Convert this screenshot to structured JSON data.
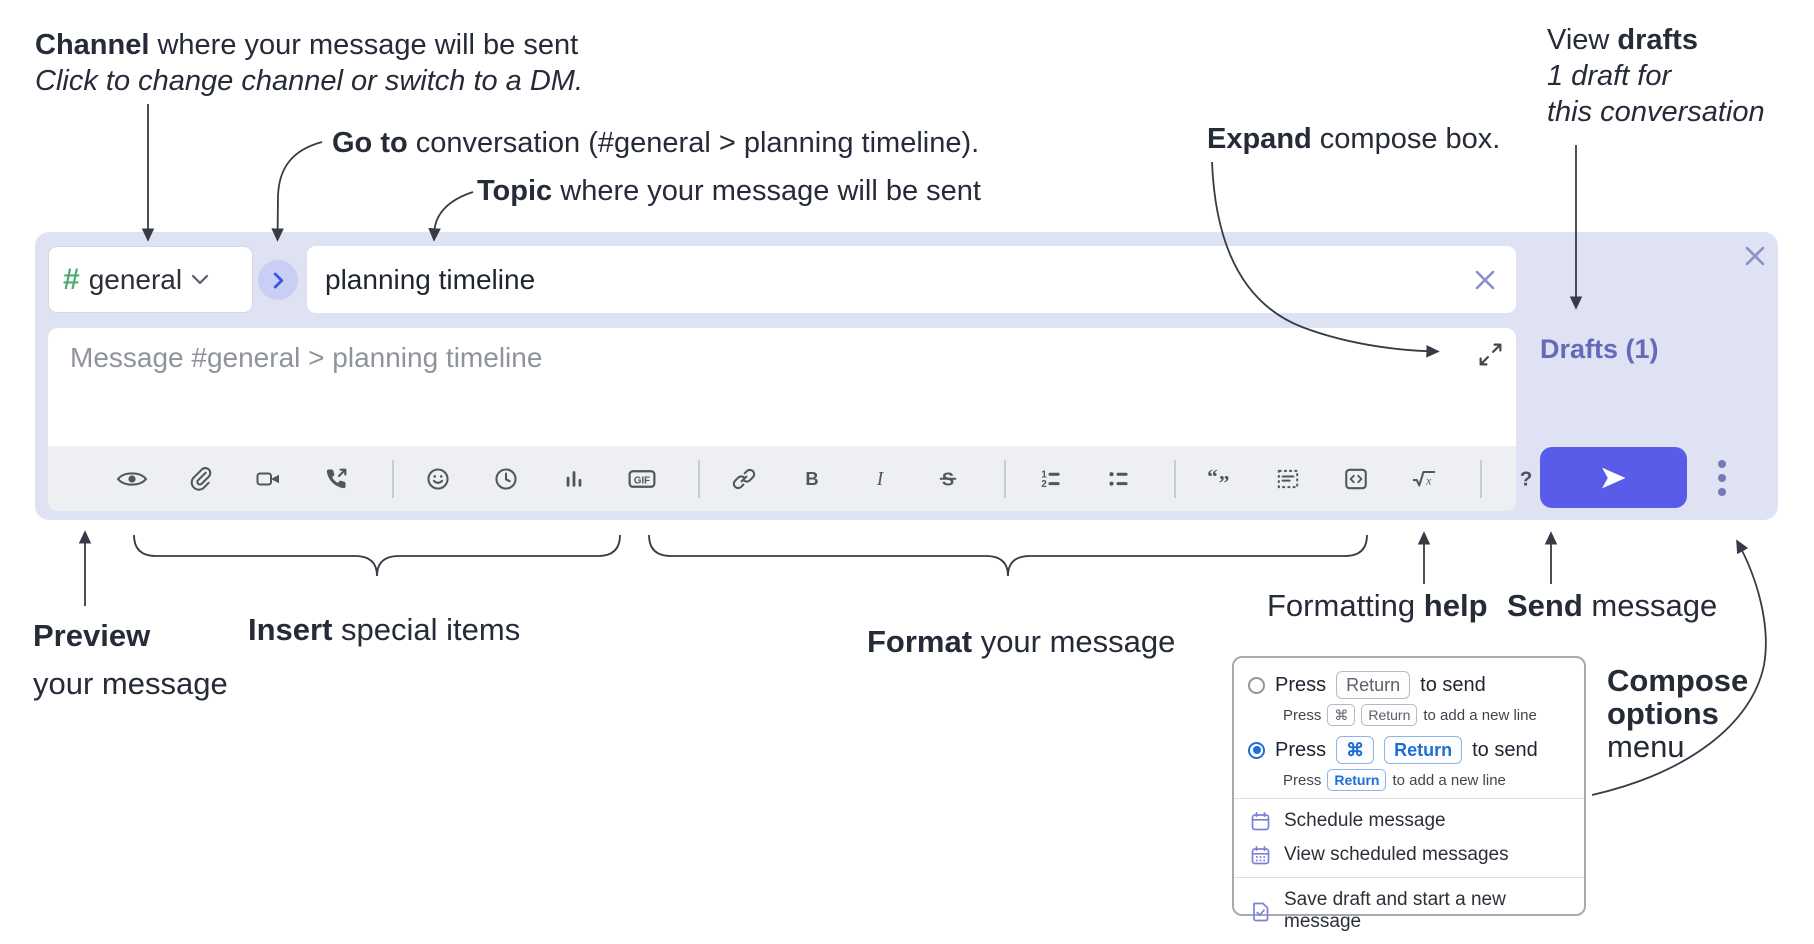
{
  "colors": {
    "accent_send": "#585ce8",
    "lavender_panel": "#dfe2f2",
    "hash_green": "#4cab73",
    "drafts_purple": "#6469ba",
    "key_blue": "#1e6ed8",
    "menu_icon_purple": "#7d81d6"
  },
  "annotations": {
    "channel": {
      "bold": "Channel",
      "rest": " where your message will be sent",
      "sub": "Click to change channel or switch to a DM."
    },
    "goto": {
      "bold": "Go to",
      "rest": " conversation (#general > planning timeline)."
    },
    "topic": {
      "bold": "Topic",
      "rest": " where your message will be sent"
    },
    "expand": {
      "bold": "Expand",
      "rest": " compose box."
    },
    "drafts": {
      "line1_pre": "View ",
      "line1_bold": "drafts",
      "line2": "1 draft for",
      "line3": "this conversation"
    },
    "preview": {
      "bold": "Preview",
      "line2": "your message"
    },
    "insert": {
      "bold": "Insert",
      "rest": " special items"
    },
    "format": {
      "bold": "Format",
      "rest": " your message"
    },
    "help": {
      "pre": "Formatting ",
      "bold": "help"
    },
    "send": {
      "bold": "Send",
      "rest": " message"
    },
    "compose_menu": {
      "bold1": "Compose",
      "bold2": "options",
      "rest": "menu"
    }
  },
  "composer": {
    "channel_hash": "#",
    "channel_name": "general",
    "topic_value": "planning timeline",
    "message_placeholder": "Message #general > planning timeline",
    "drafts_badge": "Drafts (1)",
    "gif_label": "GIF",
    "help_label": "?"
  },
  "toolbar": {
    "items": [
      "preview",
      "attachment",
      "video",
      "audio-call",
      "divider",
      "emoji",
      "clock",
      "poll",
      "gif",
      "divider",
      "link",
      "bold",
      "italic",
      "strikethrough",
      "divider",
      "ordered-list",
      "bulleted-list",
      "divider",
      "blockquote",
      "code-block",
      "code-snippet",
      "formula",
      "divider",
      "help"
    ]
  },
  "popup": {
    "option1": {
      "press": "Press",
      "key1": "Return",
      "after": "to send",
      "sub_press": "Press",
      "sub_key1": "⌘",
      "sub_key2": "Return",
      "sub_after": "to add a new line"
    },
    "option2": {
      "press": "Press",
      "key1": "⌘",
      "key2": "Return",
      "after": "to send",
      "sub_press": "Press",
      "sub_key1": "Return",
      "sub_after": "to add a new line"
    },
    "items": [
      {
        "label": "Schedule message"
      },
      {
        "label": "View scheduled messages"
      },
      {
        "label": "Save draft and start a new message"
      }
    ]
  }
}
